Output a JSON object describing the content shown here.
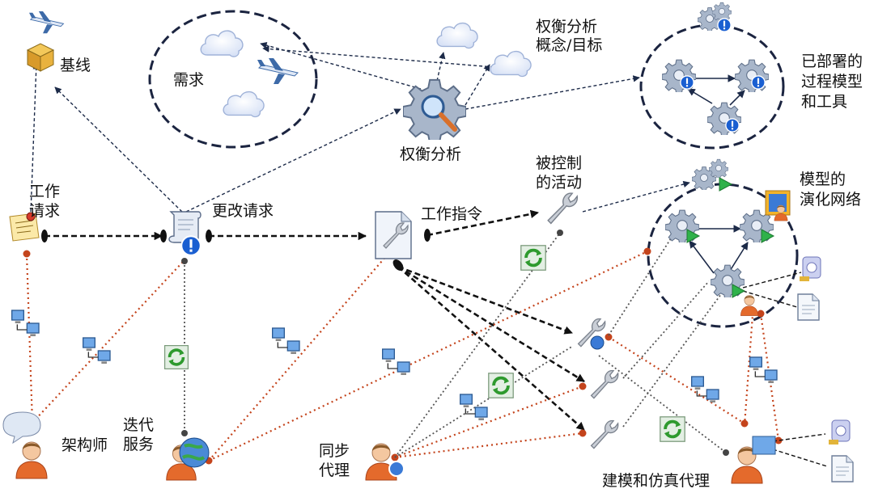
{
  "labels": {
    "baseline": "基线",
    "requirements": "需求",
    "tradeoff_concept": "权衡分析\n概念/目标",
    "tradeoff_analysis": "权衡分析",
    "deployed_models": "已部署的\n过程模型\n和工具",
    "work_request": "工作\n请求",
    "change_request": "更改请求",
    "work_order": "工作指令",
    "controlled_activity": "被控制\n的活动",
    "model_network": "模型的\n演化网络",
    "architect": "架构师",
    "iteration_service": "迭代\n服务",
    "sync_agent": "同步\n代理",
    "modeling_agent": "建模和仿真代理"
  },
  "colors": {
    "dark_line": "#1c2a48",
    "orange_line": "#c4441c",
    "gray_line": "#555555",
    "circle_border": "#1b2440",
    "cloud_fill": "#e8eefb",
    "gear_fill": "#9fb0c8",
    "alert_blue": "#1a5fd1",
    "play_green": "#2fb24a"
  }
}
